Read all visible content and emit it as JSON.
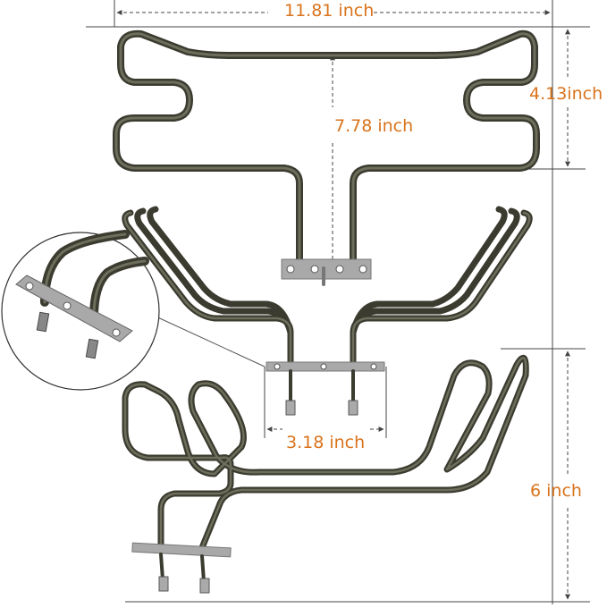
{
  "dimensions": {
    "width": "11.81 inch",
    "inner_height": "7.78 inch",
    "top_height": "4.13inch",
    "terminal_width": "3.18 inch",
    "bottom_height": "6 inch"
  },
  "colors": {
    "label": "#d9731c",
    "element_dark": "#3b3b30",
    "element_light": "#6e6e5c",
    "bracket": "#a9a9a9",
    "dim_line": "#444444"
  },
  "icons": {
    "detail_callout": "magnifier-circle"
  }
}
